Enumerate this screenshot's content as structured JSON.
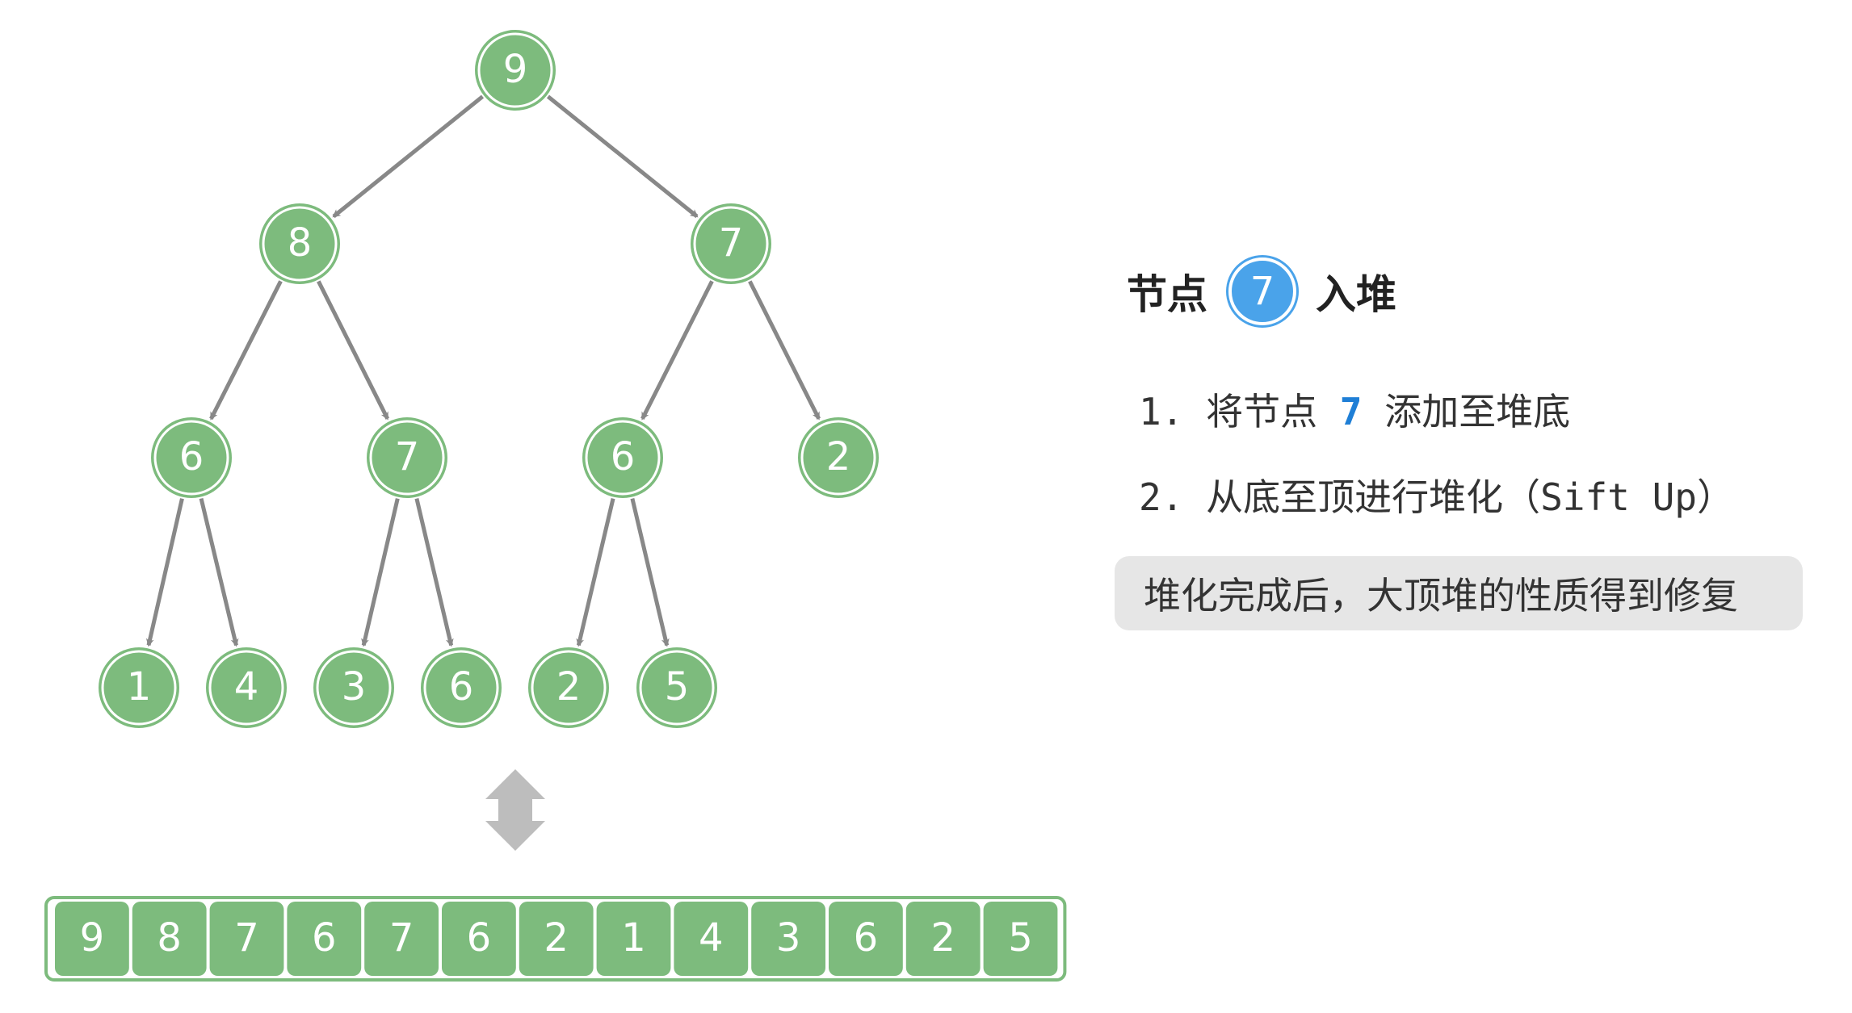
{
  "colors": {
    "node_fill": "#7dbb7d",
    "node_ring": "#7dbb7d",
    "edge": "#888888",
    "highlight_node": "#4aa3ea",
    "highlight_text": "#1f7fd6",
    "swap_arrow": "#bdbdbd",
    "note_bg": "#e6e6e6"
  },
  "tree": {
    "nodes": [
      "9",
      "8",
      "7",
      "6",
      "7",
      "6",
      "2",
      "1",
      "4",
      "3",
      "6",
      "2",
      "5"
    ]
  },
  "array": {
    "cells": [
      "9",
      "8",
      "7",
      "6",
      "7",
      "6",
      "2",
      "1",
      "4",
      "3",
      "6",
      "2",
      "5"
    ]
  },
  "swap_arrow_icon": "double-vertical-arrow-icon",
  "panel": {
    "title_prefix": "节点",
    "title_node": "7",
    "title_suffix": "入堆",
    "step1_num": "1.",
    "step1_pre": "将节点",
    "step1_value": "7",
    "step1_post": "添加至堆底",
    "step2_num": "2.",
    "step2_text": "从底至顶进行堆化（Sift Up）",
    "note": "堆化完成后，大顶堆的性质得到修复"
  }
}
